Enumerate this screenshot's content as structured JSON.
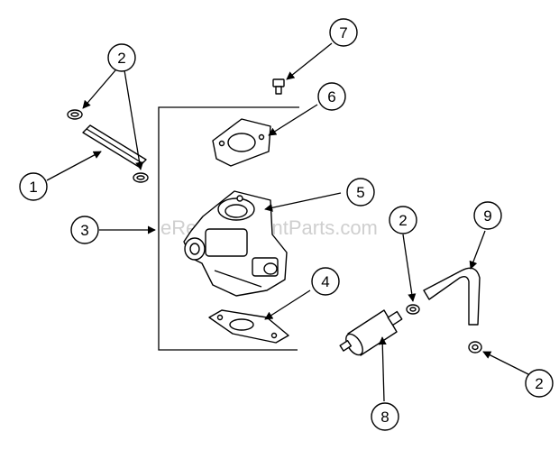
{
  "watermark": "eReplacementParts.com",
  "callouts": {
    "c1": "1",
    "c2a": "2",
    "c2b": "2",
    "c2c": "2",
    "c3": "3",
    "c4": "4",
    "c5": "5",
    "c6": "6",
    "c7": "7",
    "c8": "8",
    "c9": "9"
  },
  "colors": {
    "line": "#000000",
    "watermark": "#cfcfcf",
    "background": "#ffffff"
  }
}
